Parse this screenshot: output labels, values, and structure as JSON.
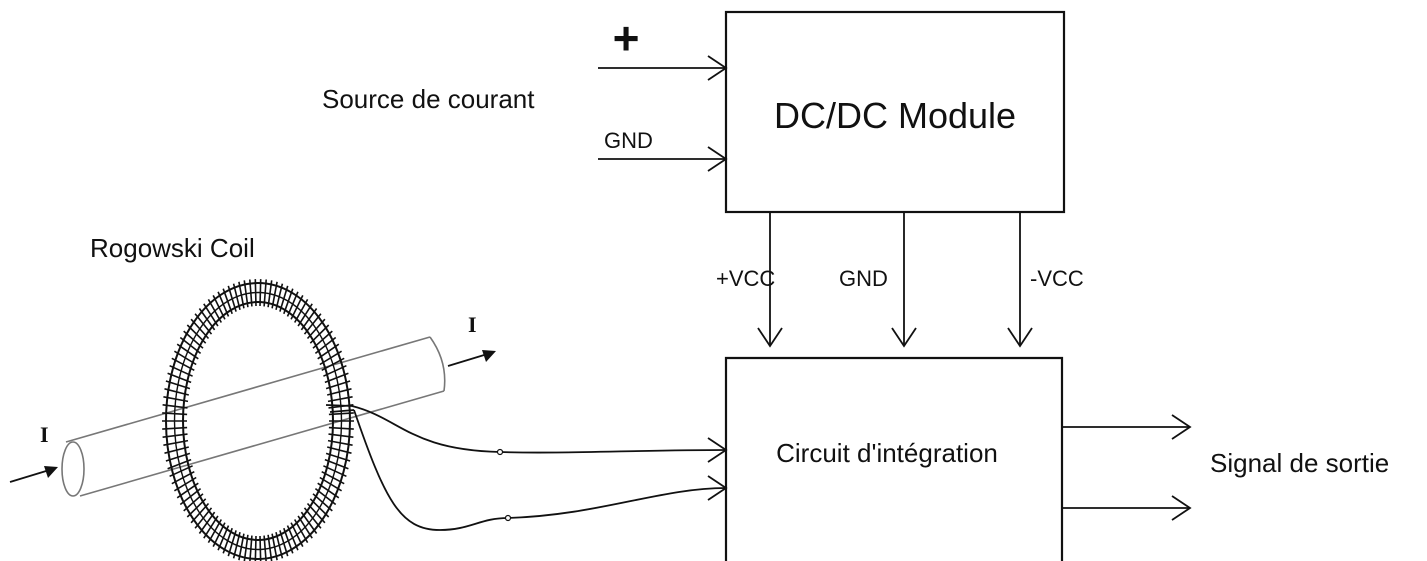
{
  "labels": {
    "plus": "+",
    "source": "Source de courant",
    "gnd_in": "GND",
    "dcdc": "DC/DC Module",
    "rogowski": "Rogowski Coil",
    "vcc_pos": "+VCC",
    "gnd_mid": "GND",
    "vcc_neg": "-VCC",
    "circuit": "Circuit d'intégration",
    "signal": "Signal de sortie",
    "current_right": "I",
    "current_left": "I"
  },
  "colors": {
    "ink": "#111111",
    "background": "#ffffff"
  }
}
